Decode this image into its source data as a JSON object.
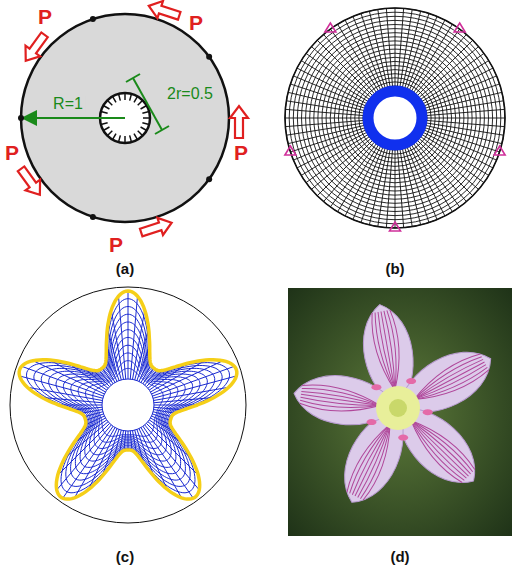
{
  "diagram": {
    "labels": [
      "P",
      "P",
      "P",
      "P",
      "P",
      "R=1",
      "2r=0.5",
      "(a)",
      "(b)",
      "(c)",
      "(d)"
    ]
  }
}
